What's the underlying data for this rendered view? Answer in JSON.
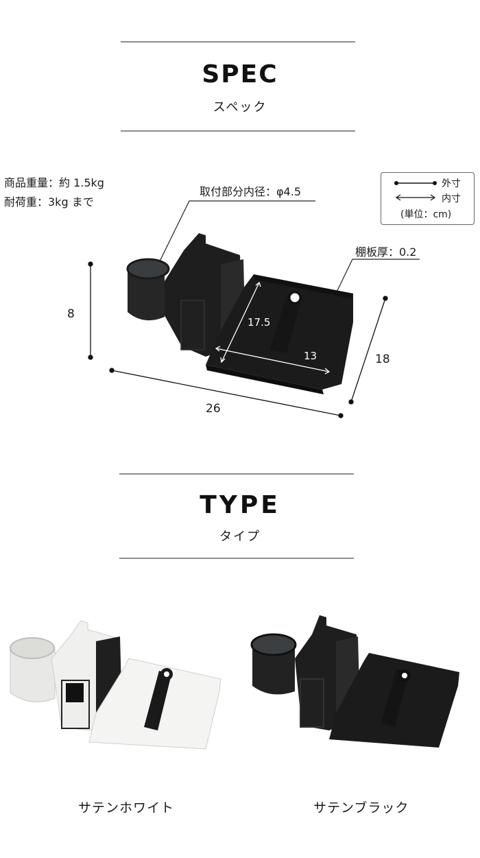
{
  "spec_section": {
    "title": "SPEC",
    "subtitle": "スペック",
    "weight": "商品重量：約 1.5kg",
    "load": "耐荷重：3kg まで",
    "callouts": {
      "mount_inner_diameter": "取付部分内径：φ4.5",
      "shelf_thickness": "棚板厚：0.2"
    },
    "dimensions": {
      "height": "8",
      "width": "26",
      "depth": "18",
      "inner_depth": "17.5",
      "inner_width": "13"
    },
    "legend": {
      "outer": "外寸",
      "inner": "内寸",
      "unit": "(単位：cm)"
    }
  },
  "type_section": {
    "title": "TYPE",
    "subtitle": "タイプ",
    "variants": [
      {
        "label": "サテンホワイト",
        "color": "#f2f2f0"
      },
      {
        "label": "サテンブラック",
        "color": "#1c1c1c"
      }
    ]
  }
}
